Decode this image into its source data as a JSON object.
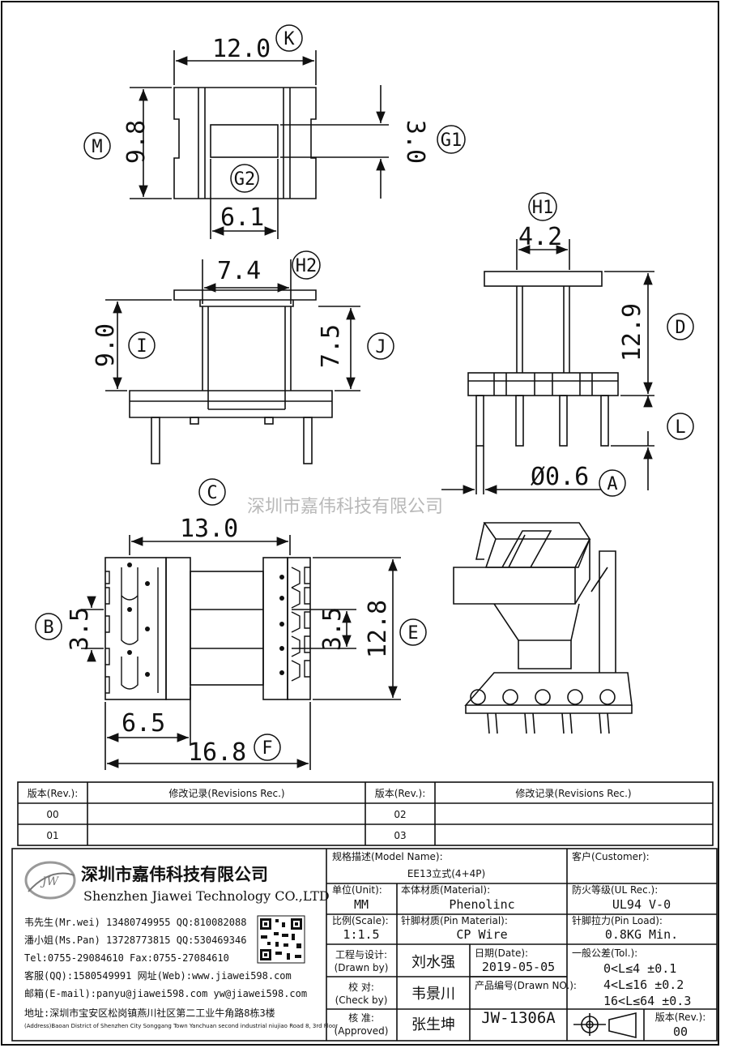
{
  "dimensions": {
    "k": "12.0",
    "m": "9.8",
    "g1": "3.0",
    "g2": "6.1",
    "h2": "7.4",
    "i": "9.0",
    "j": "7.5",
    "h1": "4.2",
    "d": "12.9",
    "a": "Ø0.6",
    "c": "13.0",
    "b": "3.5",
    "b2": "3.5",
    "e": "12.8",
    "f1": "6.5",
    "f": "16.8"
  },
  "labels": {
    "k": "K",
    "m": "M",
    "g1": "G1",
    "g2": "G2",
    "h2": "H2",
    "i": "I",
    "j": "J",
    "h1": "H1",
    "d": "D",
    "l": "L",
    "a": "A",
    "c": "C",
    "b": "B",
    "e": "E",
    "f": "F"
  },
  "watermark": "深圳市嘉伟科技有限公司",
  "revisions": {
    "col_rev": "版本(Rev.):",
    "col_rec": "修改记录(Revisions Rec.)",
    "rows": [
      [
        "00",
        "02"
      ],
      [
        "01",
        "03"
      ]
    ]
  },
  "company": {
    "name_cn": "深圳市嘉伟科技有限公司",
    "name_en": "Shenzhen Jiawei Technology CO.,LTD",
    "logo": "JW",
    "contacts": [
      "韦先生(Mr.wei) 13480749955 QQ:810082088",
      "潘小姐(Ms.Pan) 13728773815 QQ:530469346",
      "Tel:0755-29084610     Fax:0755-27084610",
      "客服(QQ):1580549991   网址(Web):www.jiawei598.com",
      "邮箱(E-mail):panyu@jiawei598.com  yw@jiawei598.com",
      "地址:深圳市宝安区松岗镇燕川社区第二工业牛角路8栋3楼"
    ],
    "address_en": "(Address)Baoan District of Shenzhen City Songgang Town Yanchuan  second industrial niujiao Road 8, 3rd Floor"
  },
  "spec": {
    "model_label": "规格描述(Model Name):",
    "model": "EE13立式(4+4P)",
    "customer_label": "客户(Customer):",
    "unit_label": "单位(Unit):",
    "unit": "MM",
    "material_label": "本体材质(Material):",
    "material": "Phenolinc",
    "ul_label": "防火等级(UL Rec.):",
    "ul": "UL94 V-0",
    "scale_label": "比例(Scale):",
    "scale": "1:1.5",
    "pin_material_label": "针脚材质(Pin Material):",
    "pin_material": "CP Wire",
    "pin_load_label": "针脚拉力(Pin Load):",
    "pin_load": "0.8KG Min.",
    "drawn_label_cn": "工程与设计:",
    "drawn_label_en": "(Drawn by)",
    "drawn": "刘水强",
    "date_label": "日期(Date):",
    "date": "2019-05-05",
    "tol_label": "一般公差(Tol.):",
    "tol": [
      "0<L≤4    ±0.1",
      "4<L≤16   ±0.2",
      "16<L≤64  ±0.3"
    ],
    "check_label_cn": "校  对:",
    "check_label_en": "(Check by)",
    "check": "韦景川",
    "drawno_label": "产品编号(Drawn NO.):",
    "drawno": "JW-1306A",
    "approved_label_cn": "核  准:",
    "approved_label_en": "(Approved)",
    "approved": "张生坤",
    "rev_label": "版本(Rev.):",
    "rev": "00"
  }
}
